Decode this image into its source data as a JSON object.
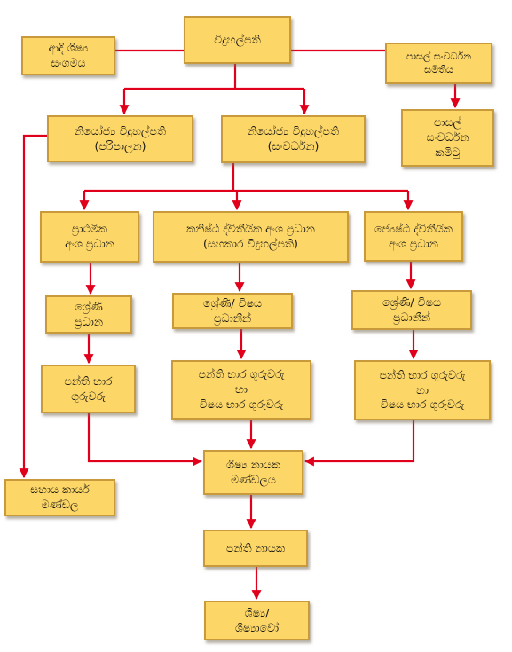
{
  "nodes": {
    "principal": "විදුහල්පති",
    "old_students": "ආදි ශිෂ්‍ය\nසංගමය",
    "sdc": "පාසල් සංවර්ධන\nසමිතිය",
    "dp_admin": "නියෝජ්‍ය විදුහල්පති\n(පරිපාලන)",
    "dp_dev": "නියෝජ්‍ය විදුහල්පති\n(සංවර්ධන)",
    "sdc_committee": "පාසල්\nසංවර්ධන\nකමිටු",
    "primary_head": "ප්‍රාථමික\nඅංශ ප්‍රධාන",
    "junior_sec_head": "කනිෂ්ඨ ද්විතීයික අංශ ප්‍රධාන\n(සහකාර විදුහල්පති)",
    "senior_sec_head": "ජ්‍යෙෂ්ඨ ද්විතීයික\nඅංශ ප්‍රධාන",
    "grade_head_1": "ශ්‍රේණි\nප්‍රධාන",
    "grade_subject_head_2": "ශ්‍රේණි/ විෂය\nප්‍රධානීන්",
    "grade_subject_head_3": "ශ්‍රේණි/ විෂය\nප්‍රධානීන්",
    "class_teachers_1": "පන්ති භාර\nගුරුවරු",
    "class_teachers_2": "පන්ති භාර ගුරුවරු\nහා\nවිෂය භාර ගුරුවරු",
    "class_teachers_3": "පන්ති භාර ගුරුවරු\nහා\nවිෂය භාර ගුරුවරු",
    "support_staff": "සහාය කාර්ය\nමණ්ඩල",
    "prefects_board": "ශිෂ්‍ය නායක\nමණ්ඩලය",
    "class_leader": "පන්ති නායක",
    "students": "ශිෂ්‍ය/\nශිෂ්‍යාවෝ"
  },
  "colors": {
    "box_fill": "#fcd667",
    "box_border": "#c99a3c",
    "connector": "#e0001b"
  }
}
